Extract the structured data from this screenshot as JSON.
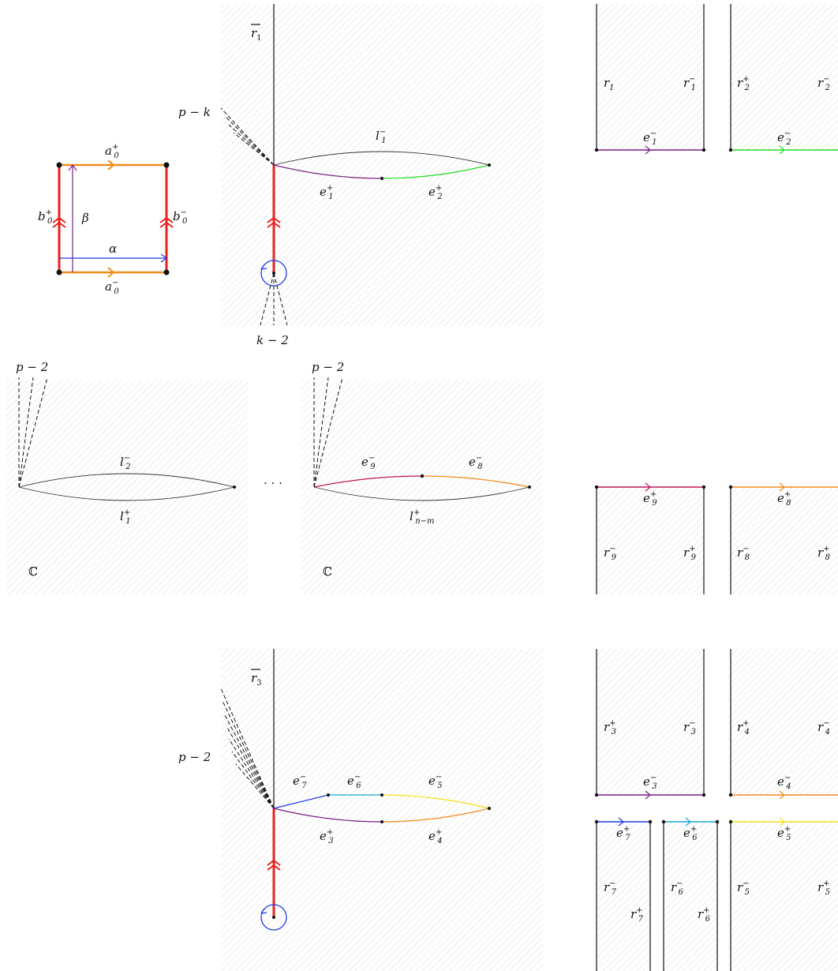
{
  "colors": {
    "orange": "#f08c1e",
    "red": "#e8231e",
    "blue": "#1e3be6",
    "purple": "#7a1f86",
    "green": "#22dd22",
    "crimson": "#c0165a",
    "cyan": "#1aa8d8",
    "yellow": "#f2e21a",
    "hatch": "#c8c8c8"
  },
  "square": {
    "a0_plus": "a",
    "a0_plus_sub": "0",
    "a0_plus_sup": "+",
    "a0_minus": "a",
    "a0_minus_sub": "0",
    "a0_minus_sup": "−",
    "b0_plus": "b",
    "b0_plus_sub": "0",
    "b0_plus_sup": "+",
    "b0_minus": "b",
    "b0_minus_sub": "0",
    "b0_minus_sup": "−",
    "alpha": "α",
    "beta": "β"
  },
  "panel1": {
    "rbar": "r",
    "rbar_sub": "1",
    "cone_top": "p − k",
    "cone_bottom": "k − 2",
    "l_top": "l",
    "l_top_sub": "1",
    "l_top_sup": "−",
    "e_left": "e",
    "e_left_sub": "1",
    "e_left_sup": "+",
    "e_right": "e",
    "e_right_sub": "2",
    "e_right_sup": "+"
  },
  "panel2": {
    "cone": "p − 2",
    "l_top": "l",
    "l_top_sub": "2",
    "l_top_sup": "−",
    "l_bot": "l",
    "l_bot_sub": "1",
    "l_bot_sup": "+",
    "c": "ℂ"
  },
  "dots": "· · ·",
  "panel3": {
    "cone": "p − 2",
    "e9": "e",
    "e9_sub": "9",
    "e9_sup": "−",
    "e8": "e",
    "e8_sub": "8",
    "e8_sup": "−",
    "l_bot": "l",
    "l_bot_sub": "n−m",
    "l_bot_sup": "+",
    "c": "ℂ"
  },
  "panel4": {
    "rbar": "r",
    "rbar_sub": "3",
    "cone": "p − 2",
    "e7": "e",
    "e7_sub": "7",
    "e7_sup": "−",
    "e6": "e",
    "e6_sub": "6",
    "e6_sup": "−",
    "e5": "e",
    "e5_sub": "5",
    "e5_sup": "−",
    "e3": "e",
    "e3_sub": "3",
    "e3_sup": "+",
    "e4": "e",
    "e4_sub": "4",
    "e4_sup": "+"
  },
  "strips_top": [
    {
      "left": "r",
      "left_sub": "1",
      "left_sup": "",
      "right": "r",
      "right_sub": "1",
      "right_sup": "−",
      "edge": "e",
      "edge_sub": "1",
      "edge_sup": "−"
    },
    {
      "left": "r",
      "left_sub": "2",
      "left_sup": "+",
      "right": "r",
      "right_sub": "2",
      "right_sup": "−",
      "edge": "e",
      "edge_sub": "2",
      "edge_sup": "−"
    }
  ],
  "strips_mid": [
    {
      "left": "r",
      "left_sub": "9",
      "left_sup": "−",
      "right": "r",
      "right_sub": "9",
      "right_sup": "+",
      "edge": "e",
      "edge_sub": "9",
      "edge_sup": "+"
    },
    {
      "left": "r",
      "left_sub": "8",
      "left_sup": "−",
      "right": "r",
      "right_sub": "8",
      "right_sup": "+",
      "edge": "e",
      "edge_sub": "8",
      "edge_sup": "+"
    }
  ],
  "strips_bot_upper": [
    {
      "left": "r",
      "left_sub": "3",
      "left_sup": "+",
      "right": "r",
      "right_sub": "3",
      "right_sup": "−",
      "edge": "e",
      "edge_sub": "3",
      "edge_sup": "−"
    },
    {
      "left": "r",
      "left_sub": "4",
      "left_sup": "+",
      "right": "r",
      "right_sub": "4",
      "right_sup": "−",
      "edge": "e",
      "edge_sub": "4",
      "edge_sup": "−"
    }
  ],
  "strips_bot_lower": [
    {
      "left": "r",
      "left_sub": "7",
      "left_sup": "−",
      "right": "r",
      "right_sub": "7",
      "right_sup": "+",
      "edge": "e",
      "edge_sub": "7",
      "edge_sup": "+"
    },
    {
      "left": "r",
      "left_sub": "6",
      "left_sup": "−",
      "right": "r",
      "right_sub": "6",
      "right_sup": "+",
      "edge": "e",
      "edge_sub": "6",
      "edge_sup": "+"
    },
    {
      "left": "r",
      "left_sub": "5",
      "left_sup": "−",
      "right": "r",
      "right_sub": "5",
      "right_sup": "+",
      "edge": "e",
      "edge_sub": "5",
      "edge_sup": "+"
    }
  ]
}
